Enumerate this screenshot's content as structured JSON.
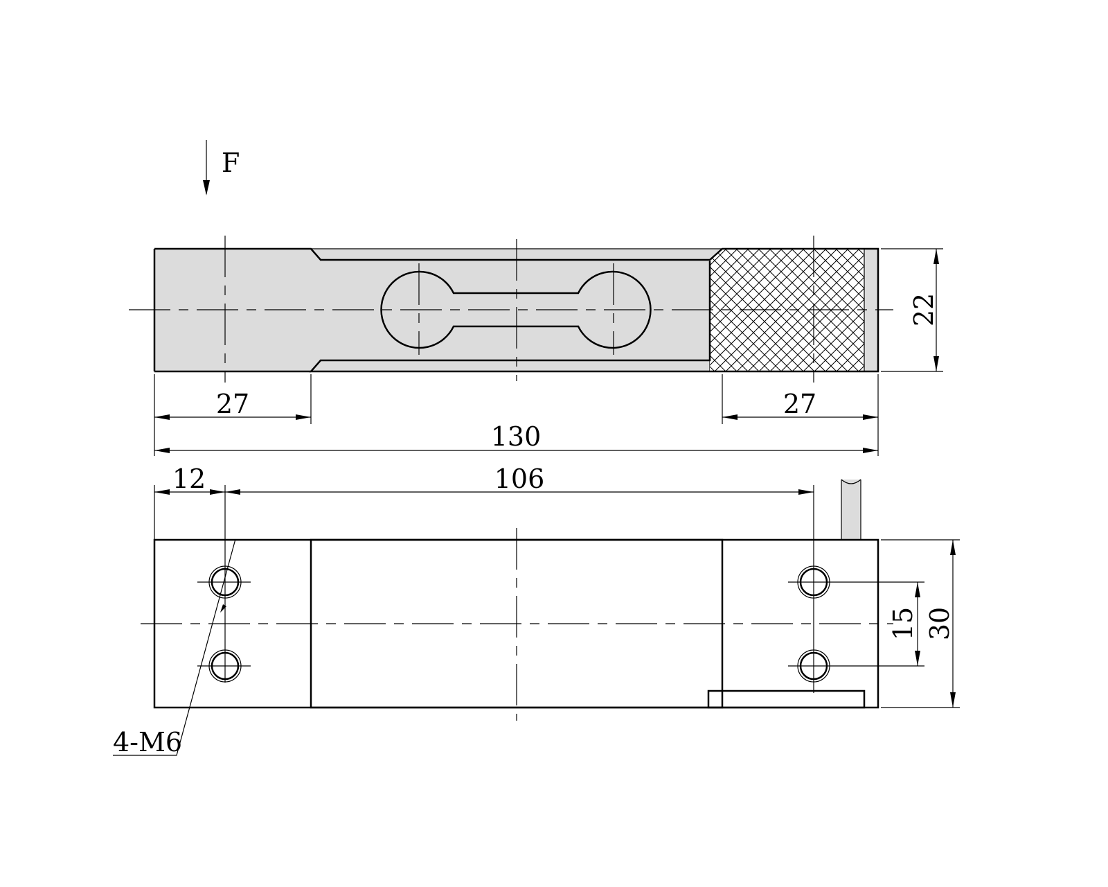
{
  "force_label": "F",
  "dimensions": {
    "left_flange": "27",
    "right_flange": "27",
    "total_length": "130",
    "hole_edge_offset": "12",
    "hole_spacing": "106",
    "height_top_view": "22",
    "hole_vertical_spacing": "15",
    "width_bottom_view": "30"
  },
  "thread_callout": "4-M6",
  "colors": {
    "body": "#dcdcdc",
    "line": "#000000"
  }
}
